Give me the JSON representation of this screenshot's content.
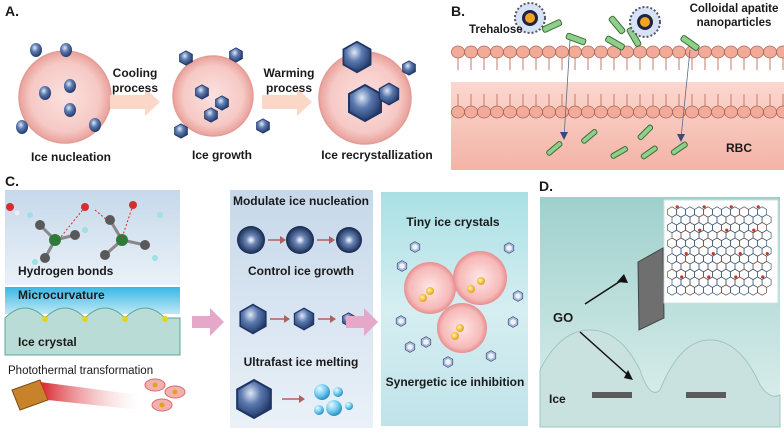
{
  "panels": {
    "a": {
      "letter": "A.",
      "arrow1_label": [
        "Cooling",
        "process"
      ],
      "arrow2_label": [
        "Warming",
        "process"
      ],
      "captions": [
        "Ice nucleation",
        "Ice growth",
        "Ice recrystallization"
      ]
    },
    "b": {
      "letter": "B.",
      "trehalose": "Trehalose",
      "nanoparticles": [
        "Colloidal apatite",
        "nanoparticles"
      ],
      "rbc": "RBC"
    },
    "c": {
      "letter": "C.",
      "hydrogen_bonds": "Hydrogen bonds",
      "microcurvature": "Microcurvature",
      "ice_crystal": "Ice crystal",
      "photothermal": "Photothermal transformation",
      "modulate": "Modulate ice nucleation",
      "control": "Control ice growth",
      "melting": "Ultrafast ice melting",
      "tiny": "Tiny ice crystals",
      "synergetic": "Synergetic ice inhibition"
    },
    "d": {
      "letter": "D.",
      "go": "GO",
      "ice": "Ice"
    }
  },
  "colors": {
    "membrane": "#f0a898",
    "panel_c_bg": "#dbe9f3",
    "panel_d_bg": "#b9dcd8",
    "arrow": "#e8a0b4"
  }
}
